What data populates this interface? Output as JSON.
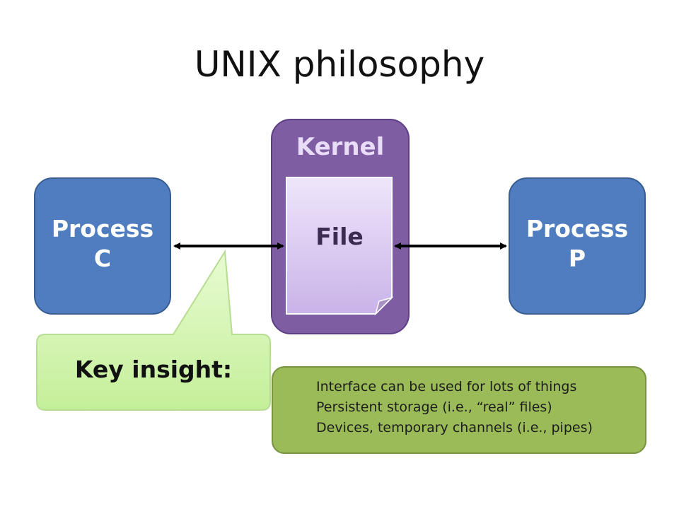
{
  "title": "UNIX philosophy",
  "kernel_label": "Kernel",
  "file_label": "File",
  "process_c": {
    "line1": "Process",
    "line2": "C"
  },
  "process_p": {
    "line1": "Process",
    "line2": "P"
  },
  "callout_label": "Key insight:",
  "insight_lines": [
    "Interface can be used for lots of things",
    "Persistent storage (i.e., “real” files)",
    "Devices, temporary channels (i.e., pipes)"
  ],
  "colors": {
    "process": "#4f7dbf",
    "kernel": "#7e5da3",
    "file": "#d9c9f0",
    "callout": "#ccf5a8",
    "insight_box": "#9bbb59"
  }
}
